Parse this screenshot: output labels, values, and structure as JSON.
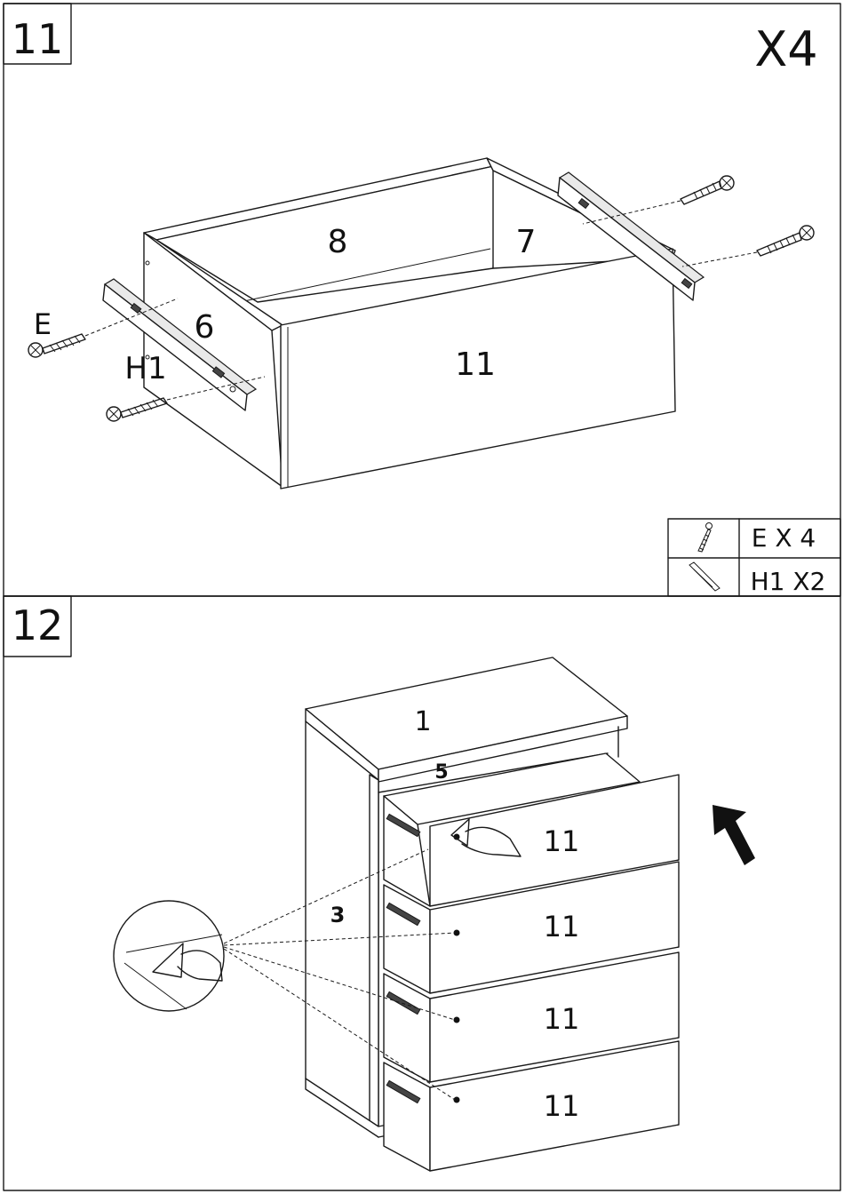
{
  "steps": [
    {
      "number": "11",
      "multiplier": "X4",
      "part_labels": {
        "back": "8",
        "side_right": "7",
        "side_left": "6",
        "front": "11"
      },
      "hardware_labels": {
        "screw": "E",
        "runner": "H1"
      },
      "hardware_table": [
        {
          "icon": "screw-icon",
          "text": "E X 4"
        },
        {
          "icon": "drawer-runner-icon",
          "text": "H1 X2"
        }
      ]
    },
    {
      "number": "12",
      "part_labels": {
        "top": "1",
        "rail": "5",
        "side": "3"
      },
      "drawer_labels": [
        "11",
        "11",
        "11",
        "11"
      ]
    }
  ]
}
